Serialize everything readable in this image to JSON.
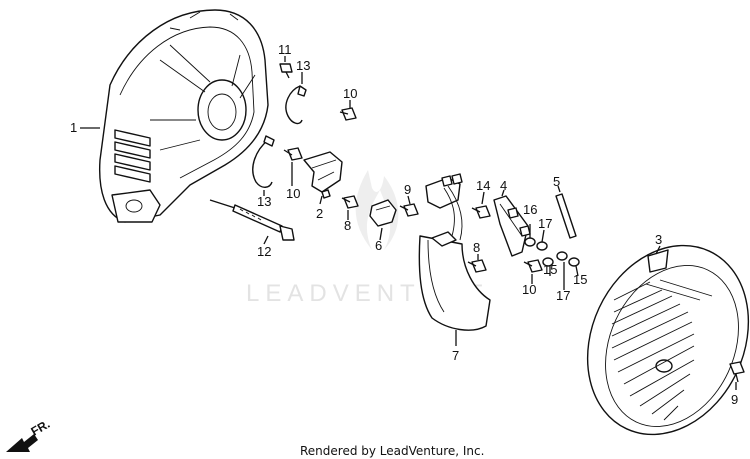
{
  "watermark": "LEADVENTURE",
  "footer": "Rendered by LeadVenture, Inc.",
  "direction_label": "FR.",
  "callouts": {
    "c1": "1",
    "c2": "2",
    "c3": "3",
    "c4": "4",
    "c5": "5",
    "c6": "6",
    "c7": "7",
    "c8a": "8",
    "c8b": "8",
    "c9a": "9",
    "c9b": "9",
    "c10a": "10",
    "c10b": "10",
    "c10c": "10",
    "c11": "11",
    "c12": "12",
    "c13a": "13",
    "c13b": "13",
    "c14": "14",
    "c15a": "15",
    "c15b": "15",
    "c16": "16",
    "c17a": "17",
    "c17b": "17"
  }
}
